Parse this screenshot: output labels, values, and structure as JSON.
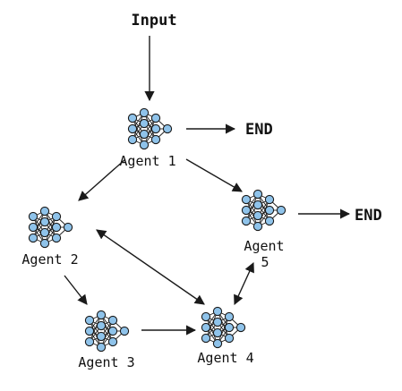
{
  "input_label": "Input",
  "end_label_1": "END",
  "end_label_2": "END",
  "agents": {
    "a1": "Agent 1",
    "a2": "Agent 2",
    "a3": "Agent 3",
    "a4": "Agent 4",
    "a5_line1": "Agent",
    "a5_line2": "5"
  },
  "colors": {
    "node_fill": "#8fc3ea",
    "stroke": "#1a1a1a",
    "background": "#ffffff"
  },
  "icons": [
    "neural-network-icon"
  ]
}
